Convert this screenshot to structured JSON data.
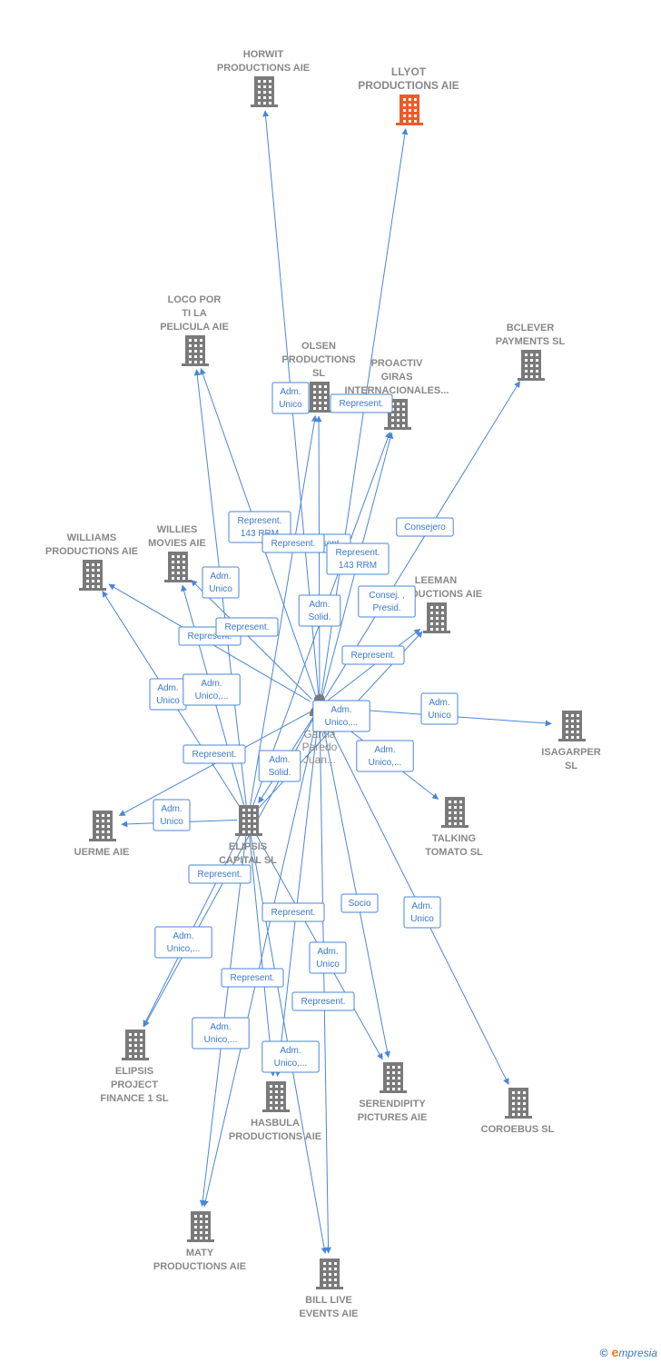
{
  "colors": {
    "edge": "#4a86d8",
    "building": "#7a7a7a",
    "highlight": "#f05a28",
    "label": "#888888"
  },
  "center": {
    "icon": "person-icon",
    "label_lines": [
      "Garcia",
      "Peredo",
      "Juan..."
    ]
  },
  "nodes": [
    {
      "id": "horwit",
      "lines": [
        "HORWIT",
        "PRODUCTIONS AIE"
      ],
      "icon": "building-icon"
    },
    {
      "id": "llyot",
      "lines": [
        "LLYOT",
        "PRODUCTIONS AIE"
      ],
      "icon": "building-icon",
      "highlight": true
    },
    {
      "id": "loco",
      "lines": [
        "LOCO POR",
        "TI LA",
        "PELICULA  AIE"
      ],
      "icon": "building-icon"
    },
    {
      "id": "olsen",
      "lines": [
        "OLSEN",
        "PRODUCTIONS",
        "SL"
      ],
      "icon": "building-icon"
    },
    {
      "id": "proactiv",
      "lines": [
        "PROACTIV",
        "GIRAS",
        "INTERNACIONALES..."
      ],
      "icon": "building-icon"
    },
    {
      "id": "bclever",
      "lines": [
        "BCLEVER",
        "PAYMENTS  SL"
      ],
      "icon": "building-icon"
    },
    {
      "id": "williams",
      "lines": [
        "WILLIAMS",
        "PRODUCTIONS AIE"
      ],
      "icon": "building-icon"
    },
    {
      "id": "willies",
      "lines": [
        "WILLIES",
        "MOVIES  AIE"
      ],
      "icon": "building-icon"
    },
    {
      "id": "leeman",
      "lines": [
        "LEEMAN",
        "PRODUCTIONS AIE"
      ],
      "icon": "building-icon"
    },
    {
      "id": "isagarper",
      "lines": [
        "ISAGARPER",
        "SL"
      ],
      "icon": "building-icon"
    },
    {
      "id": "uerme",
      "lines": [
        "UERME AIE"
      ],
      "icon": "building-icon"
    },
    {
      "id": "elipsis_capital",
      "lines": [
        "ELIPSIS",
        "CAPITAL  SL"
      ],
      "icon": "building-icon"
    },
    {
      "id": "talking",
      "lines": [
        "TALKING",
        "TOMATO SL"
      ],
      "icon": "building-icon"
    },
    {
      "id": "elipsis_project",
      "lines": [
        "ELIPSIS",
        "PROJECT",
        "FINANCE 1  SL"
      ],
      "icon": "building-icon"
    },
    {
      "id": "hasbula",
      "lines": [
        "HASBULA",
        "PRODUCTIONS AIE"
      ],
      "icon": "building-icon"
    },
    {
      "id": "serendipity",
      "lines": [
        "SERENDIPITY",
        "PICTURES AIE"
      ],
      "icon": "building-icon"
    },
    {
      "id": "coroebus",
      "lines": [
        "COROEBUS  SL"
      ],
      "icon": "building-icon"
    },
    {
      "id": "maty",
      "lines": [
        "MATY",
        "PRODUCTIONS AIE"
      ],
      "icon": "building-icon"
    },
    {
      "id": "billlive",
      "lines": [
        "BILL LIVE",
        "EVENTS AIE"
      ],
      "icon": "building-icon"
    }
  ],
  "edges": [
    {
      "from": "center",
      "to": "horwit",
      "label": [
        "Adm.",
        "Unico"
      ]
    },
    {
      "from": "center",
      "to": "llyot",
      "label": [
        "Represent."
      ]
    },
    {
      "from": "center",
      "to": "loco",
      "label": [
        "Represent.",
        "143 RRM"
      ]
    },
    {
      "from": "center",
      "to": "olsen",
      "label": [
        "Represent."
      ]
    },
    {
      "from": "center",
      "to": "proactiv",
      "label": [
        "Represent.",
        "143 RRM"
      ]
    },
    {
      "from": "center",
      "to": "bclever",
      "label": [
        "Consejero"
      ]
    },
    {
      "from": "center",
      "to": "williams",
      "label": [
        "Represent."
      ]
    },
    {
      "from": "center",
      "to": "willies",
      "label": [
        "Represent."
      ]
    },
    {
      "from": "center",
      "to": "leeman",
      "label": [
        "Represent."
      ]
    },
    {
      "from": "center",
      "to": "isagarper",
      "label": [
        "Adm.",
        "Unico"
      ]
    },
    {
      "from": "center",
      "to": "uerme",
      "label": [
        "Represent."
      ]
    },
    {
      "from": "center",
      "to": "elipsis_capital",
      "label": [
        "Adm.",
        "Solid."
      ]
    },
    {
      "from": "center",
      "to": "talking",
      "label": [
        "Adm.",
        "Unico,..."
      ]
    },
    {
      "from": "center",
      "to": "coroebus",
      "label": [
        "Adm.",
        "Unico"
      ]
    },
    {
      "from": "center",
      "to": "serendipity",
      "label": [
        "Socio"
      ]
    },
    {
      "from": "center",
      "to": "elipsis_project",
      "label": [
        "Represent."
      ]
    },
    {
      "from": "center",
      "to": "hasbula",
      "label": [
        "Adm.",
        "Unico,..."
      ]
    },
    {
      "from": "center",
      "to": "maty",
      "label": [
        "Represent."
      ]
    },
    {
      "from": "center",
      "to": "billlive",
      "label": [
        "Represent."
      ]
    },
    {
      "from": "elipsis_capital",
      "to": "loco",
      "label": [
        "Adm.",
        "Solid."
      ]
    },
    {
      "from": "elipsis_capital",
      "to": "willies",
      "label": [
        "Adm.",
        "Unico"
      ]
    },
    {
      "from": "elipsis_capital",
      "to": "williams",
      "label": [
        "Adm.",
        "Unico"
      ]
    },
    {
      "from": "elipsis_capital",
      "to": "uerme",
      "label": [
        "Adm.",
        "Unico"
      ]
    },
    {
      "from": "elipsis_capital",
      "to": "proactiv",
      "label": [
        "Consej. ,",
        "Presid."
      ]
    },
    {
      "from": "elipsis_capital",
      "to": "elipsis_project",
      "label": [
        "Adm.",
        "Unico,..."
      ]
    },
    {
      "from": "elipsis_capital",
      "to": "maty",
      "label": [
        "Adm.",
        "Unico,..."
      ]
    },
    {
      "from": "elipsis_capital",
      "to": "serendipity",
      "label": [
        "Adm.",
        "Unico"
      ]
    },
    {
      "from": "elipsis_capital",
      "to": "hasbula",
      "label": [
        "Represent."
      ]
    },
    {
      "from": "elipsis_capital",
      "to": "billlive",
      "label": [
        "Adm.",
        "Unico,..."
      ]
    },
    {
      "from": "elipsis_capital",
      "to": "olsen",
      "label": [
        "Adm.",
        "Unico,..."
      ]
    },
    {
      "from": "elipsis_capital",
      "to": "leeman",
      "label": [
        "Represent."
      ]
    }
  ],
  "footer": {
    "copyright": "©",
    "brand_e": "e",
    "brand_rest": "mpresia"
  }
}
